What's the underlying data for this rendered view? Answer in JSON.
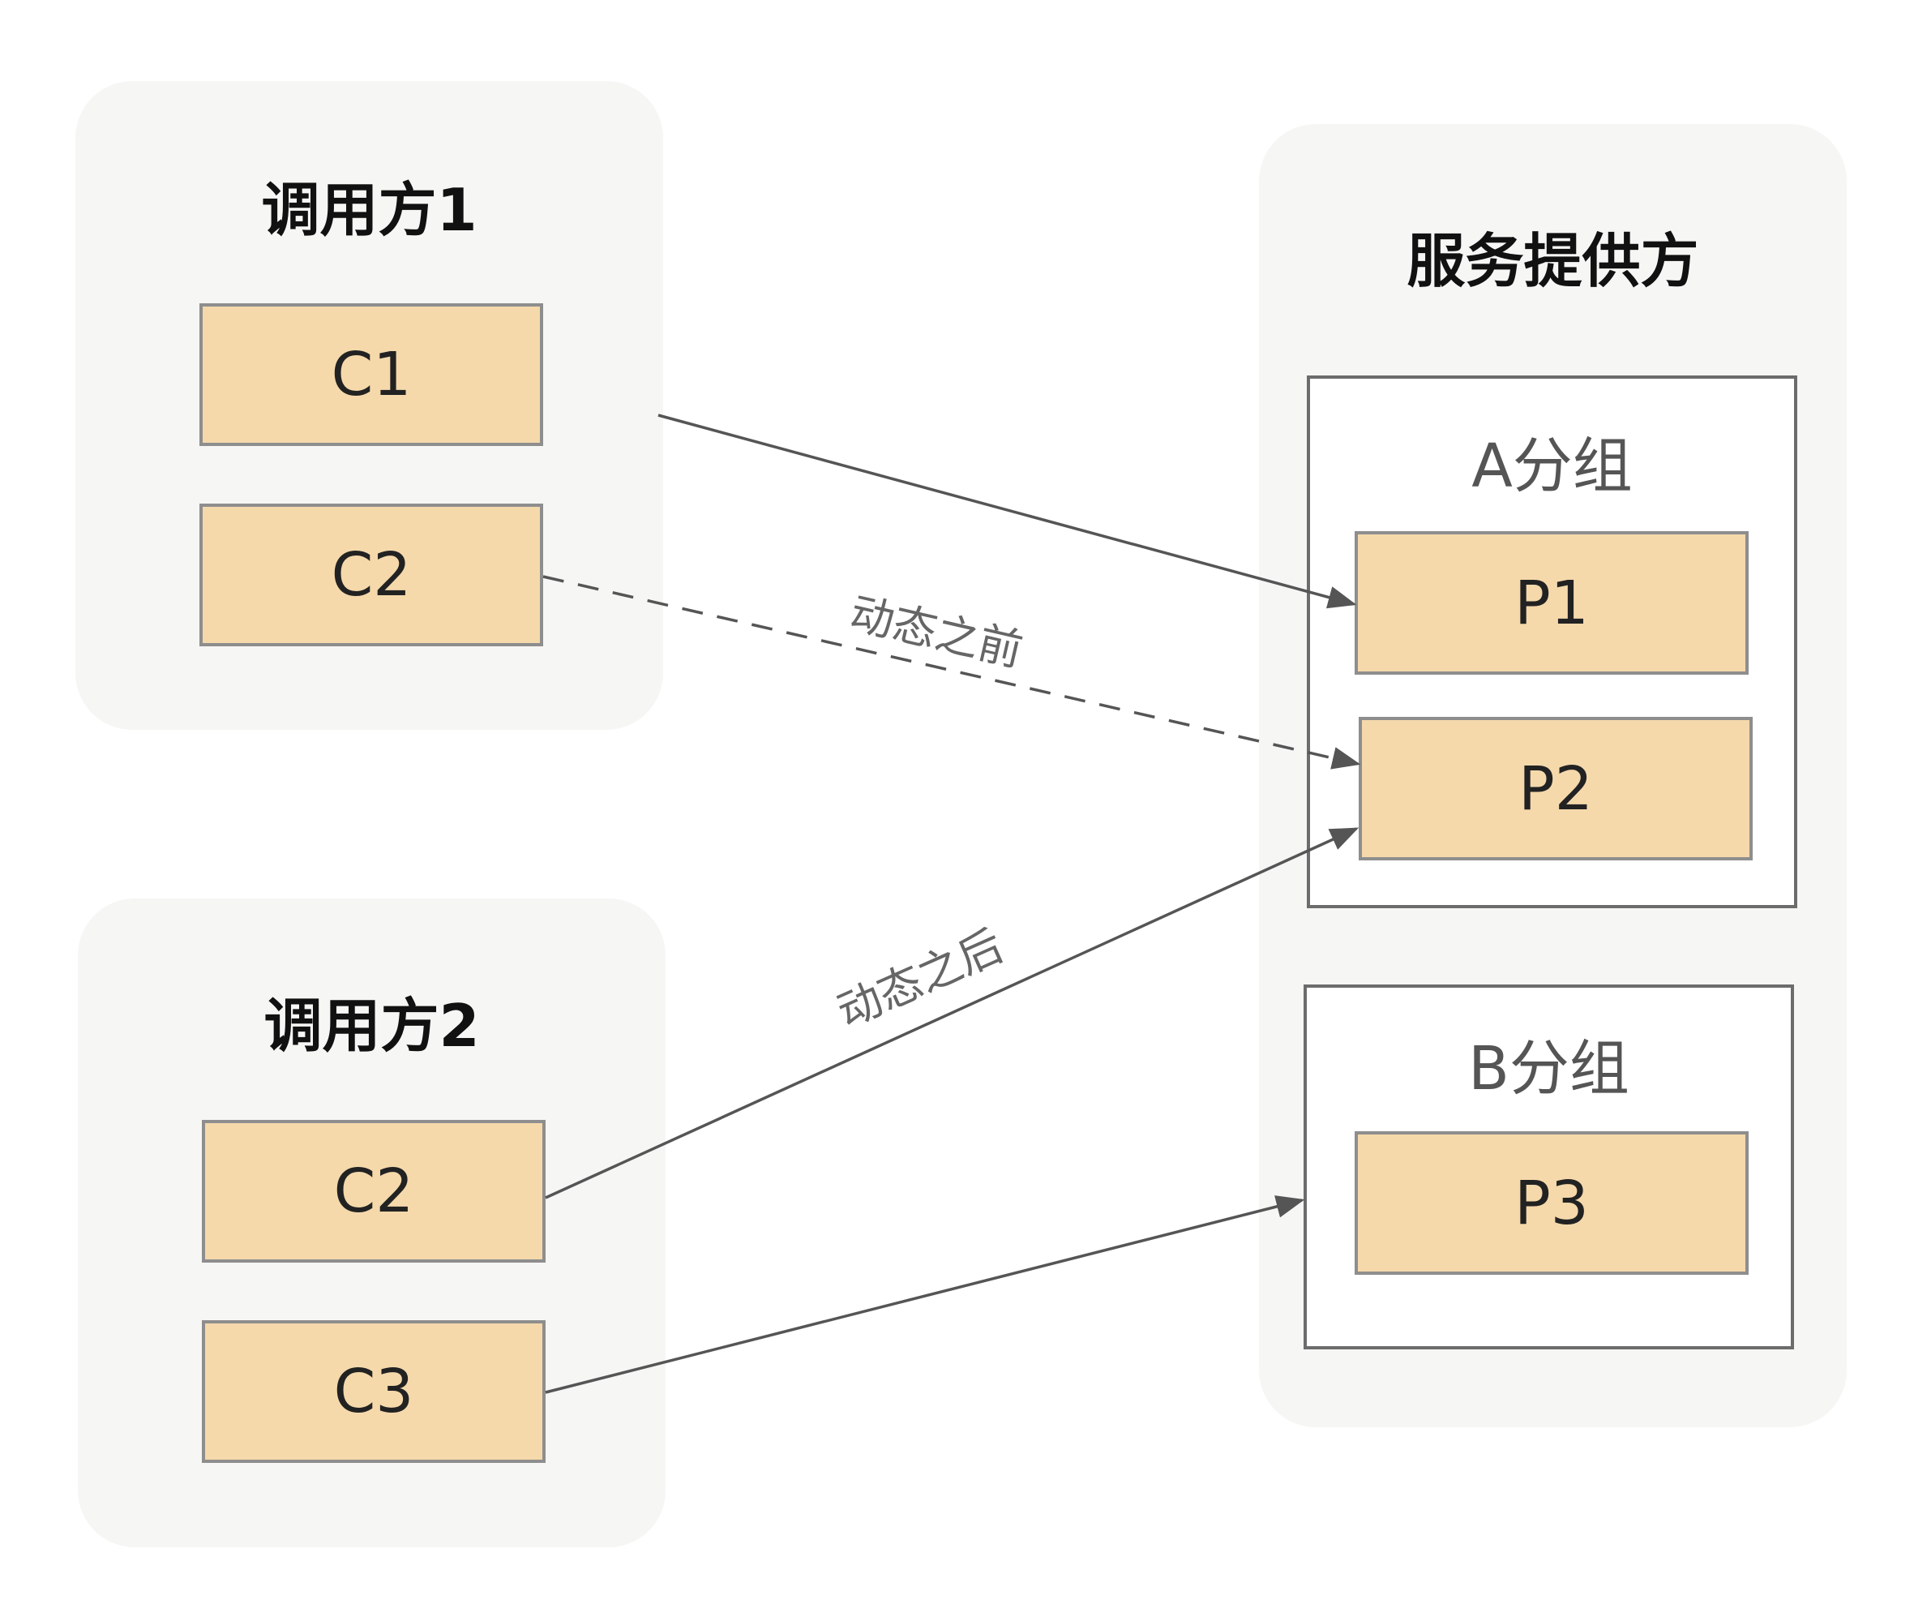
{
  "callers": [
    {
      "title": "调用方1",
      "nodes": [
        "C1",
        "C2"
      ]
    },
    {
      "title": "调用方2",
      "nodes": [
        "C2",
        "C3"
      ]
    }
  ],
  "provider": {
    "title": "服务提供方",
    "groups": [
      {
        "title": "A分组",
        "nodes": [
          "P1",
          "P2"
        ]
      },
      {
        "title": "B分组",
        "nodes": [
          "P3"
        ]
      }
    ]
  },
  "edges": [
    {
      "from": "调用方1.C1",
      "to": "A分组.P1",
      "style": "solid",
      "label": ""
    },
    {
      "from": "调用方1.C2",
      "to": "A分组.P2",
      "style": "dashed",
      "label": "动态之前"
    },
    {
      "from": "调用方2.C2",
      "to": "A分组.P2",
      "style": "solid",
      "label": "动态之后"
    },
    {
      "from": "调用方2.C3",
      "to": "B分组",
      "style": "solid",
      "label": ""
    }
  ],
  "colors": {
    "panel_bg": "#f6f6f4",
    "node_fill": "#f5d9ab",
    "node_border": "#8e8e8e",
    "arrow": "#555555"
  }
}
